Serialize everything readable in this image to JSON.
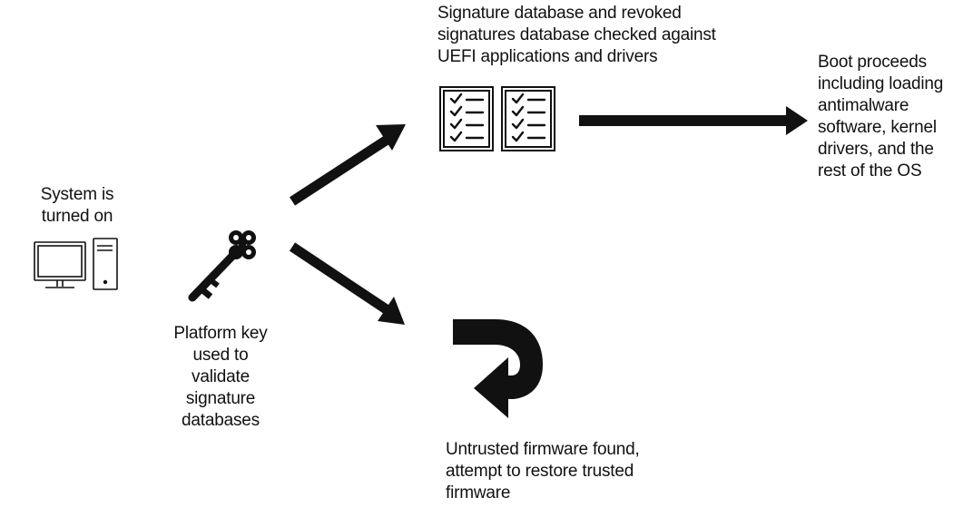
{
  "labels": {
    "system_on": "System is\nturned on",
    "platform_key": "Platform key\nused to\nvalidate\nsignature\ndatabases",
    "signature_db": "Signature database and revoked\nsignatures database checked against\nUEFI applications and drivers",
    "boot_proceeds": "Boot proceeds\nincluding loading\nantimalware\nsoftware, kernel\ndrivers, and the\nrest of the OS",
    "untrusted": "Untrusted firmware found,\nattempt to restore trusted\nfirmware"
  },
  "icons": {
    "computer": "computer-icon",
    "key": "key-icon",
    "checklist": "checklist-icon",
    "return_arrow": "return-arrow-icon"
  },
  "colors": {
    "ink": "#111111",
    "background": "#ffffff"
  }
}
